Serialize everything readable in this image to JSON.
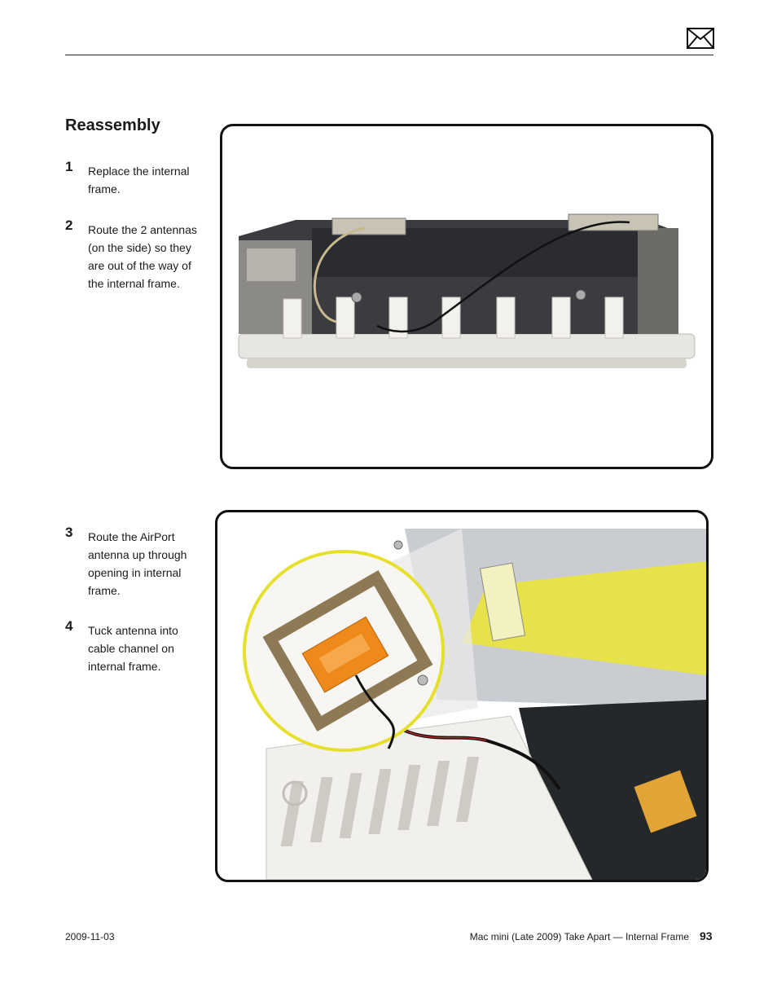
{
  "section": {
    "title": "Reassembly"
  },
  "steps": [
    {
      "number": "1",
      "text": "Replace the internal frame."
    },
    {
      "number": "2",
      "text": "Route the 2 antennas (on the side) so they are out of the way of the internal frame."
    },
    {
      "number": "3",
      "text": "Route the AirPort antenna up through opening in internal frame."
    },
    {
      "number": "4",
      "text": "Tuck antenna into cable channel on internal frame."
    }
  ],
  "footer": {
    "date": "2009-11-03",
    "title": "Mac mini (Late 2009) Take Apart — Internal Frame",
    "page": "93"
  },
  "icons": {
    "header": "mail-icon"
  }
}
